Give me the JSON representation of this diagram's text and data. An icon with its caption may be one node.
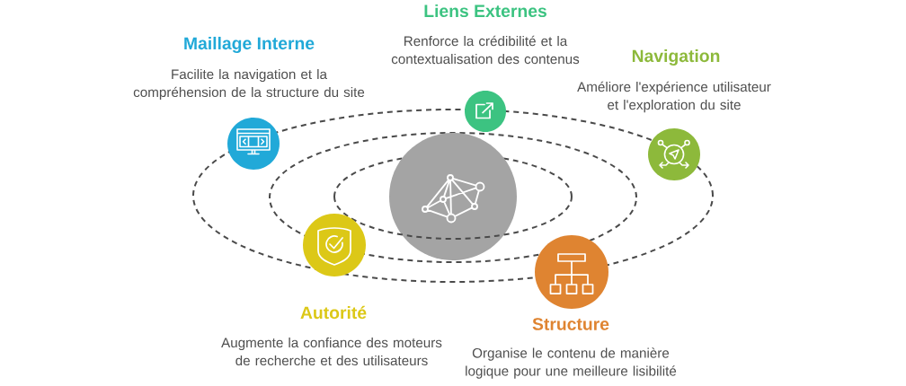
{
  "diagram": {
    "nodes": [
      {
        "text": [
          "Liens Externes",
          "Renforce la crédibilité et la contextualisation des contenus"
        ]
      },
      {
        "text": [
          "Maillage Interne",
          "Facilite la navigation et la compréhension de la structure du site"
        ]
      },
      {
        "text": [
          "Navigation",
          "Améliore l'expérience utilisateur et l'exploration du site"
        ]
      },
      {
        "text": [],
        "shape": "circle"
      },
      {
        "text": [
          "Autorité",
          "Augmente la confiance des moteurs de recherche et des utilisateurs"
        ]
      },
      {
        "text": [
          "Structure",
          "Organise le contenu de manière logique pour une meilleure lisibilité"
        ]
      }
    ]
  }
}
